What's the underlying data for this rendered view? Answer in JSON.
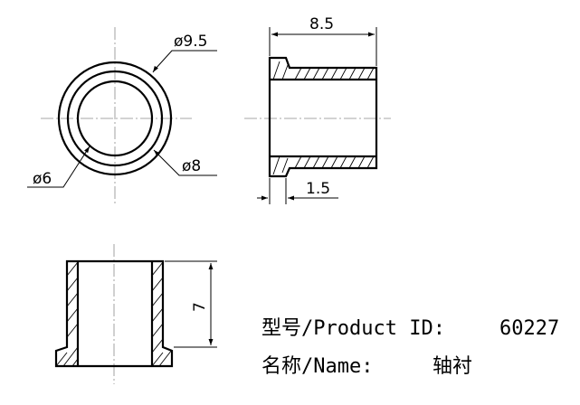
{
  "top_view": {
    "outer_diameter_label": "ø9.5",
    "middle_diameter_label": "ø8",
    "inner_diameter_label": "ø6"
  },
  "side_view": {
    "length_label": "8.5",
    "flange_label": "1.5"
  },
  "section_view": {
    "height_label": "7"
  },
  "title_block": {
    "model_label": "型号/Product ID:",
    "model_value": "60227",
    "name_label": "名称/Name:",
    "name_value": "轴衬"
  }
}
